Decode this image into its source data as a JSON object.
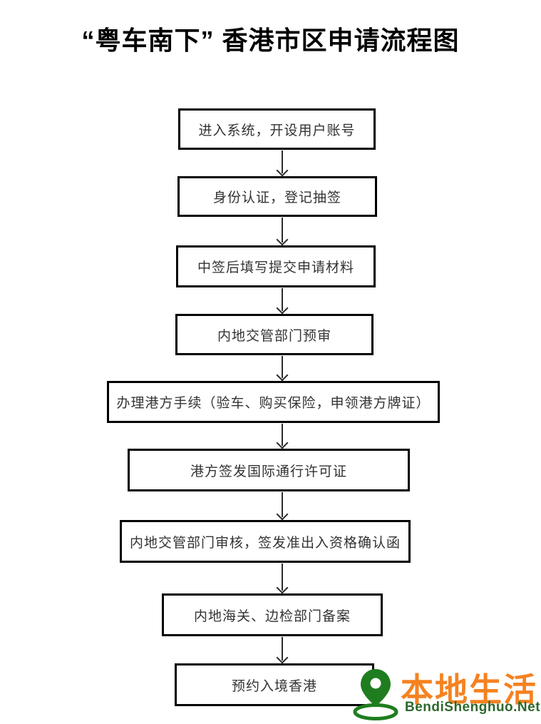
{
  "page": {
    "title": "“粤车南下” 香港市区申请流程图"
  },
  "flow": {
    "steps": [
      {
        "label": "进入系统，开设用户账号"
      },
      {
        "label": "身份认证，登记抽签"
      },
      {
        "label": "中签后填写提交申请材料"
      },
      {
        "label": "内地交管部门预审"
      },
      {
        "label": "办理港方手续（验车、购买保险，申领港方牌证）"
      },
      {
        "label": "港方签发国际通行许可证"
      },
      {
        "label": "内地交管部门审核，签发准出入资格确认函"
      },
      {
        "label": "内地海关、边检部门备案"
      },
      {
        "label": "预约入境香港"
      }
    ],
    "connector_style": "vertical-line-with-open-arrowhead"
  },
  "watermark": {
    "brand_cn": "本地生活",
    "brand_en": "BendiShenghuo.Net",
    "icon": "location-pin-icon"
  },
  "colors": {
    "background": "#ffffff",
    "box_border": "#000000",
    "box_text": "#333333",
    "arrow": "#2b2b2b",
    "brand_orange": "#F58220",
    "pin_green": "#1F7D1F",
    "brand_green": "#2D682D"
  }
}
